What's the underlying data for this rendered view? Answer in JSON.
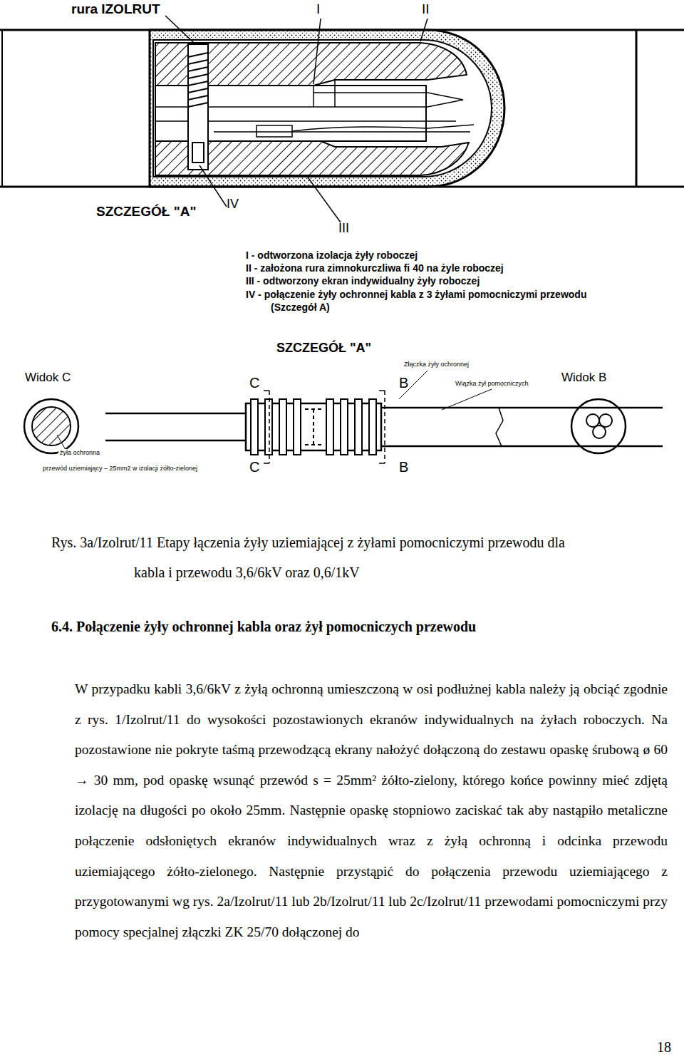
{
  "diagram": {
    "title": "6.4. Połączenie żyły ochronnej kabla oraz żył pomocniczych przewodu",
    "caption": "Rys. 3a/Izolrut/11 Etapy łączenia żyły uziemiającej z żyłami pomocniczymi przewodu dla kabla i przewodu 3,6/6kV oraz 0,6/1kV",
    "labels": [
      "rura IZOLRUT",
      "I",
      "II",
      "SZCZEGÓŁ \"A\"",
      "IV",
      "III",
      "I - odtworzona izolacja żyły roboczej",
      "II - założona rura zimnokurczliwa fi 40 na żyle roboczej",
      "III - odtworzony ekran indywidualny żyły roboczej",
      "IV - połączenie żyły ochronnej kabla z 3 żyłami pomocniczymi przewodu (Szczegół A)",
      "SZCZEGÓŁ \"A\"",
      "Widok C",
      "C",
      "B",
      "Złączka żyły ochronnej",
      "Wiązka żył pomocniczych",
      "Widok B",
      "C",
      "B",
      "żyła ochronna",
      "przewód uziemiający – 25mm2 w izolacji żółto-zielonej",
      "W przypadku kabli 3,6/6kV z żyłą ochronną umieszczoną w osi podłużnej kabla należy ją obciąć zgodnie z rys. 1/Izolrut/11 do wysokości pozostawionych ekranów indywidualnych na żyłach roboczych. Na pozostawione nie pokryte taśmą przewodzącą ekrany nałożyć dołączoną do zestawu opaskę śrubową ø 60 → 30 mm, pod opaskę wsunąć przewód s = 25mm² żółto-zielony, którego końce powinny mieć zdjętą izolację na długości po około 25mm. Następnie opaskę stopniowo zaciskać tak aby nastąpiło metaliczne połączenie odsłoniętych ekranów indywidualnych wraz z żyłą ochronną i odcinka przewodu uziemiającego żółto-zielonego. Następnie przystąpić do połączenia przewodu uziemiającego z przygotowanymi wg rys. 2a/Izolrut/11 lub 2b/Izolrut/11 lub 2c/Izolrut/11 przewodami pomocniczymi przy pomocy specjalnej złączki ZK 25/70 dołączonej do",
      "18"
    ]
  }
}
